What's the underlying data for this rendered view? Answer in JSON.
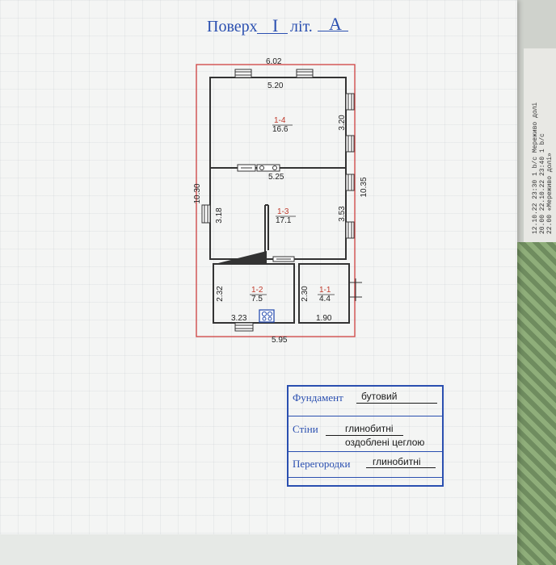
{
  "header": {
    "floor_label": "Поверх",
    "floor_value": "I",
    "letter_label": "літ.",
    "letter_value": "А"
  },
  "plan": {
    "dimensions": {
      "top_overall": "6.02",
      "top_inner": "5.20",
      "right_top_room": "3.20",
      "middle_width": "5.25",
      "left_overall": "10.30",
      "right_overall": "10.35",
      "left_middle": "3.18",
      "right_middle": "3.53",
      "left_bottom": "2.32",
      "bottom_mid": "2.30",
      "bottom_left_width": "3.23",
      "bottom_right_width": "1.90",
      "bottom_overall": "5.95"
    },
    "rooms": [
      {
        "number": "1-4",
        "area": "16.6"
      },
      {
        "number": "1-3",
        "area": "17.1"
      },
      {
        "number": "1-2",
        "area": "7.5"
      },
      {
        "number": "1-1",
        "area": "4.4"
      }
    ]
  },
  "stamp": {
    "foundation_label": "Фундамент",
    "foundation_value": "бутовий",
    "walls_label": "Стіни",
    "walls_value_1": "глинобитні",
    "walls_value_2": "оздоблені цеглою",
    "partitions_label": "Перегородки",
    "partitions_value": "глинобитні"
  },
  "background": {
    "receipt_line_1": "12.10.22  23:30  1 b/c  Мереживо долі",
    "receipt_line_2": "20.00  22.10.22  23:40  1 b/c",
    "receipt_line_3": "22.00  «Мереживо долі»"
  },
  "colors": {
    "ink_blue": "#2a4fb0",
    "red_outline": "#d04040",
    "wall": "#333333"
  }
}
